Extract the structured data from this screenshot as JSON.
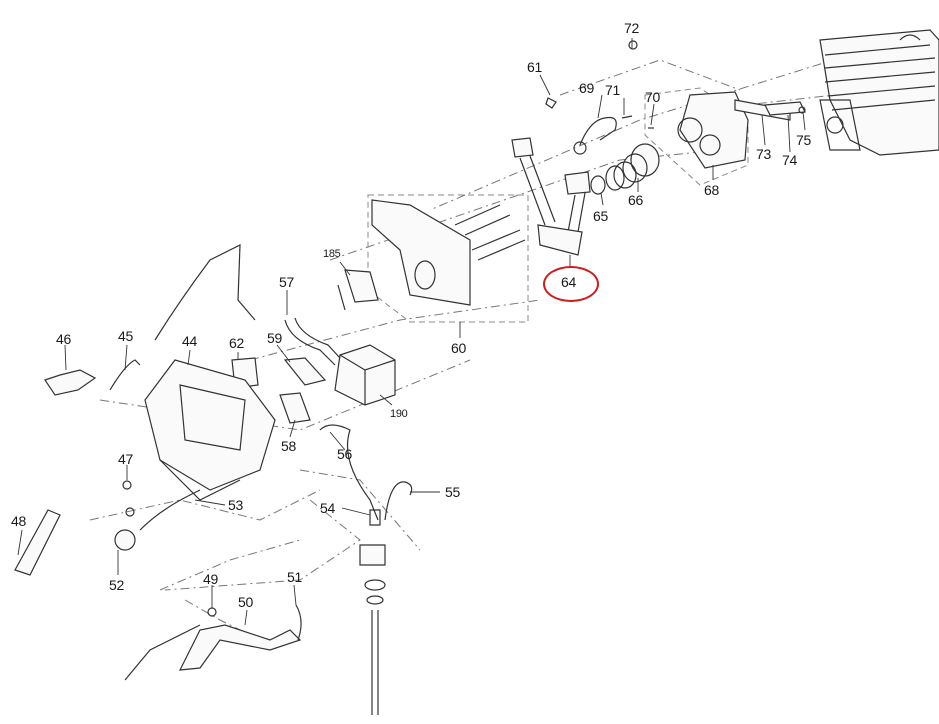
{
  "diagram": {
    "title": "Exploded parts diagram - carburetor / intake / cylinder assembly",
    "highlight": {
      "part": "64",
      "color": "#d11a1a"
    },
    "labels": [
      {
        "id": "72",
        "text": "72"
      },
      {
        "id": "61",
        "text": "61"
      },
      {
        "id": "69",
        "text": "69"
      },
      {
        "id": "71",
        "text": "71"
      },
      {
        "id": "70",
        "text": "70"
      },
      {
        "id": "73",
        "text": "73"
      },
      {
        "id": "74",
        "text": "74"
      },
      {
        "id": "75",
        "text": "75"
      },
      {
        "id": "68",
        "text": "68"
      },
      {
        "id": "66",
        "text": "66"
      },
      {
        "id": "65",
        "text": "65"
      },
      {
        "id": "64",
        "text": "64"
      },
      {
        "id": "60",
        "text": "60"
      },
      {
        "id": "185",
        "text": "185"
      },
      {
        "id": "57",
        "text": "57"
      },
      {
        "id": "59",
        "text": "59"
      },
      {
        "id": "190",
        "text": "190"
      },
      {
        "id": "62",
        "text": "62"
      },
      {
        "id": "44",
        "text": "44"
      },
      {
        "id": "45",
        "text": "45"
      },
      {
        "id": "46",
        "text": "46"
      },
      {
        "id": "58",
        "text": "58"
      },
      {
        "id": "56",
        "text": "56"
      },
      {
        "id": "47",
        "text": "47"
      },
      {
        "id": "53",
        "text": "53"
      },
      {
        "id": "55",
        "text": "55"
      },
      {
        "id": "54",
        "text": "54"
      },
      {
        "id": "48",
        "text": "48"
      },
      {
        "id": "52",
        "text": "52"
      },
      {
        "id": "49",
        "text": "49"
      },
      {
        "id": "50",
        "text": "50"
      },
      {
        "id": "51",
        "text": "51"
      }
    ]
  }
}
